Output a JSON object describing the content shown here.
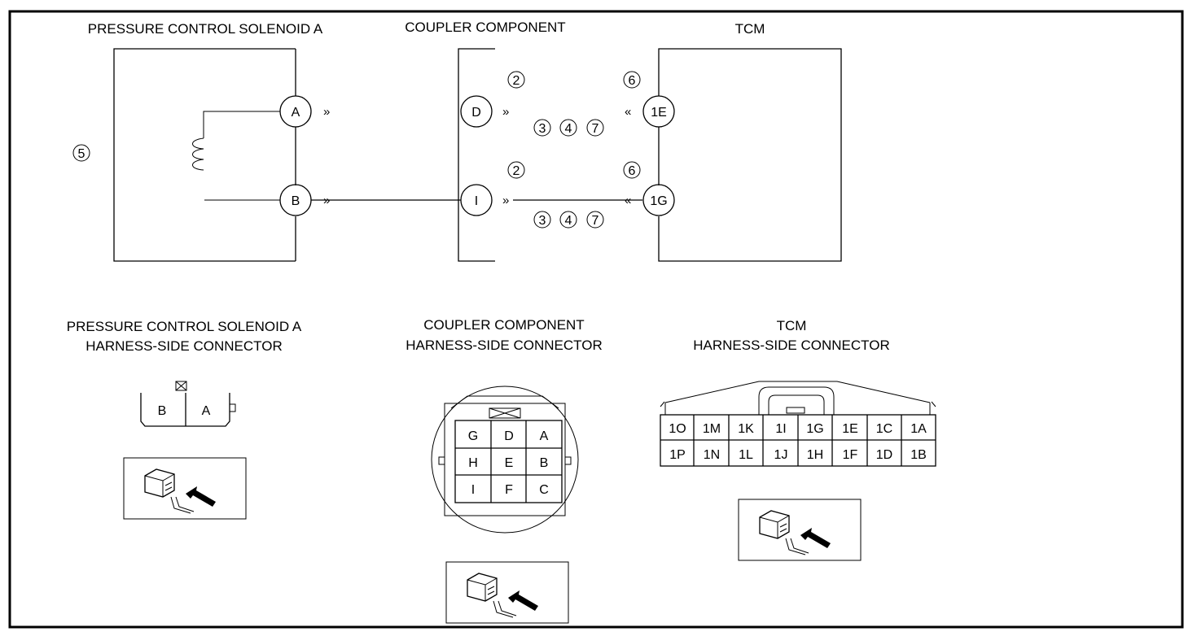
{
  "top_labels": {
    "solenoid": "PRESSURE CONTROL SOLENOID A",
    "coupler": "COUPLER COMPONENT",
    "tcm": "TCM"
  },
  "terminals": {
    "sol_a": "A",
    "sol_b": "B",
    "cpl_d": "D",
    "cpl_i": "I",
    "tcm_1e": "1E",
    "tcm_1g": "1G"
  },
  "callouts": {
    "n2": "2",
    "n3": "3",
    "n4": "4",
    "n5": "5",
    "n6": "6",
    "n7": "7"
  },
  "arrows": {
    "right": "»",
    "left": "«"
  },
  "connector_titles": {
    "solenoid": [
      "PRESSURE CONTROL SOLENOID A",
      "HARNESS-SIDE CONNECTOR"
    ],
    "coupler": [
      "COUPLER COMPONENT",
      "HARNESS-SIDE CONNECTOR"
    ],
    "tcm": [
      "TCM",
      "HARNESS-SIDE CONNECTOR"
    ]
  },
  "solenoid_connector": [
    "B",
    "A"
  ],
  "coupler_connector": [
    [
      "G",
      "D",
      "A"
    ],
    [
      "H",
      "E",
      "B"
    ],
    [
      "I",
      "F",
      "C"
    ]
  ],
  "tcm_connector": [
    [
      "1O",
      "1M",
      "1K",
      "1I",
      "1G",
      "1E",
      "1C",
      "1A"
    ],
    [
      "1P",
      "1N",
      "1L",
      "1J",
      "1H",
      "1F",
      "1D",
      "1B"
    ]
  ]
}
